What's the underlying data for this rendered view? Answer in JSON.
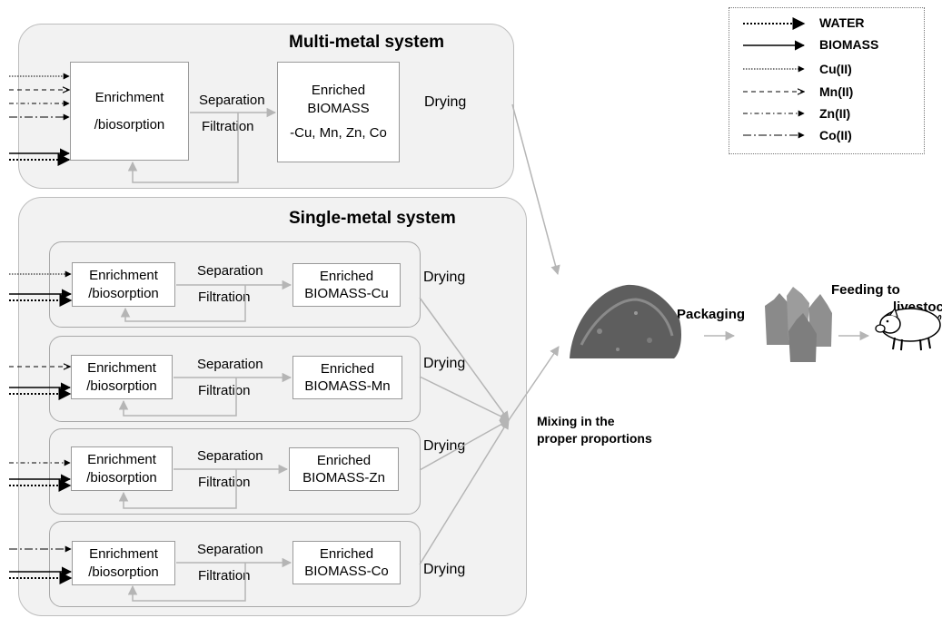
{
  "multi": {
    "title": "Multi-metal system",
    "enrichment_l1": "Enrichment",
    "enrichment_l2": "/biosorption",
    "separation": "Separation",
    "filtration": "Filtration",
    "biomass_l1": "Enriched",
    "biomass_l2": "BIOMASS",
    "biomass_l3": "-Cu, Mn, Zn, Co",
    "drying": "Drying"
  },
  "single": {
    "title": "Single-metal system",
    "rows": [
      {
        "enrichment_l1": "Enrichment",
        "enrichment_l2": "/biosorption",
        "separation": "Separation",
        "filtration": "Filtration",
        "biomass_l1": "Enriched",
        "biomass_l2": "BIOMASS-Cu",
        "drying": "Drying"
      },
      {
        "enrichment_l1": "Enrichment",
        "enrichment_l2": "/biosorption",
        "separation": "Separation",
        "filtration": "Filtration",
        "biomass_l1": "Enriched",
        "biomass_l2": "BIOMASS-Mn",
        "drying": "Drying"
      },
      {
        "enrichment_l1": "Enrichment",
        "enrichment_l2": "/biosorption",
        "separation": "Separation",
        "filtration": "Filtration",
        "biomass_l1": "Enriched",
        "biomass_l2": "BIOMASS-Zn",
        "drying": "Drying"
      },
      {
        "enrichment_l1": "Enrichment",
        "enrichment_l2": "/biosorption",
        "separation": "Separation",
        "filtration": "Filtration",
        "biomass_l1": "Enriched",
        "biomass_l2": "BIOMASS-Co",
        "drying": "Drying"
      }
    ]
  },
  "legend": {
    "items": [
      {
        "label": "WATER",
        "style": "dotted-bold"
      },
      {
        "label": "BIOMASS",
        "style": "solid"
      },
      {
        "label": "Cu(II)",
        "style": "dotted-fine"
      },
      {
        "label": "Mn(II)",
        "style": "dashed"
      },
      {
        "label": "Zn(II)",
        "style": "dash-dot"
      },
      {
        "label": "Co(II)",
        "style": "long-dash-dot"
      }
    ]
  },
  "process": {
    "mixing_l1": "Mixing in the",
    "mixing_l2": "proper proportions",
    "packaging": "Packaging",
    "feeding_l1": "Feeding to",
    "feeding_l2": "livestock"
  },
  "icons": {
    "powder": "biomass-powder-pile-icon",
    "sacks": "feed-sacks-icon",
    "pig": "pig-icon"
  },
  "colors": {
    "panel_bg": "#f2f2f2",
    "flow_arrow": "#b5b5b5",
    "text": "#000000"
  }
}
